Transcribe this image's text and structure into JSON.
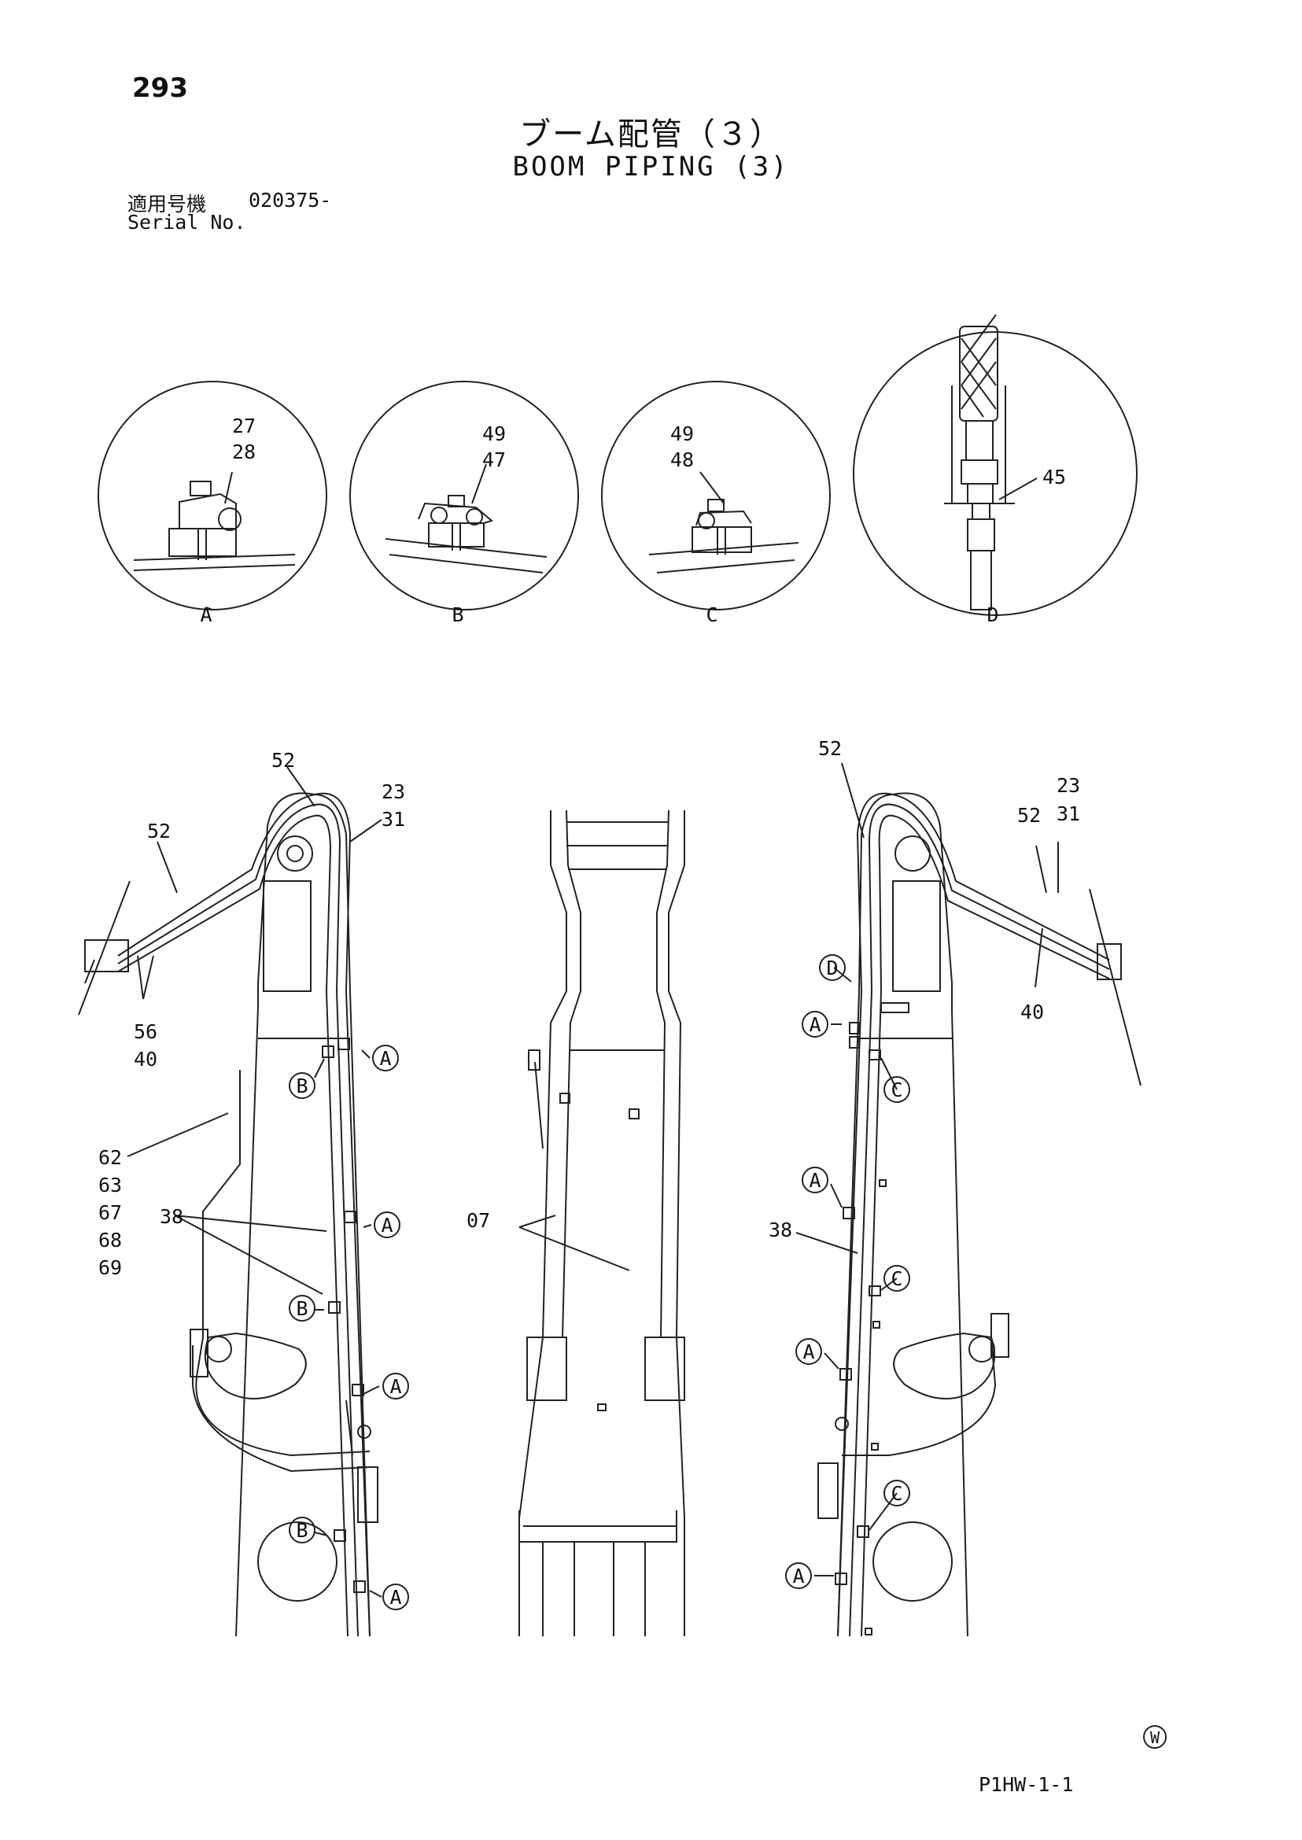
{
  "header": {
    "page_number": "293",
    "title_jp": "ブーム配管（３）",
    "title_en": "BOOM PIPING (3)",
    "serial_label_jp": "適用号機",
    "serial_label_en": "Serial No.",
    "serial_value": "020375-"
  },
  "detail_views": [
    {
      "letter": "A",
      "part_numbers": [
        "27",
        "28"
      ]
    },
    {
      "letter": "B",
      "part_numbers": [
        "49",
        "47"
      ]
    },
    {
      "letter": "C",
      "part_numbers": [
        "49",
        "48"
      ]
    },
    {
      "letter": "D",
      "part_numbers": [
        "45"
      ]
    }
  ],
  "left_view": {
    "callouts": [
      "52",
      "52",
      "23",
      "31",
      "56",
      "40",
      "62",
      "63",
      "67",
      "68",
      "69",
      "38"
    ],
    "markers": [
      "A",
      "B",
      "A",
      "B",
      "A",
      "B",
      "A"
    ]
  },
  "center_view": {
    "callouts": [
      "07"
    ]
  },
  "right_view": {
    "callouts": [
      "52",
      "52",
      "23",
      "31",
      "40",
      "38"
    ],
    "markers": [
      "D",
      "A",
      "C",
      "A",
      "C",
      "A",
      "C",
      "A"
    ]
  },
  "footer": {
    "mark": "W",
    "code": "P1HW-1-1"
  }
}
